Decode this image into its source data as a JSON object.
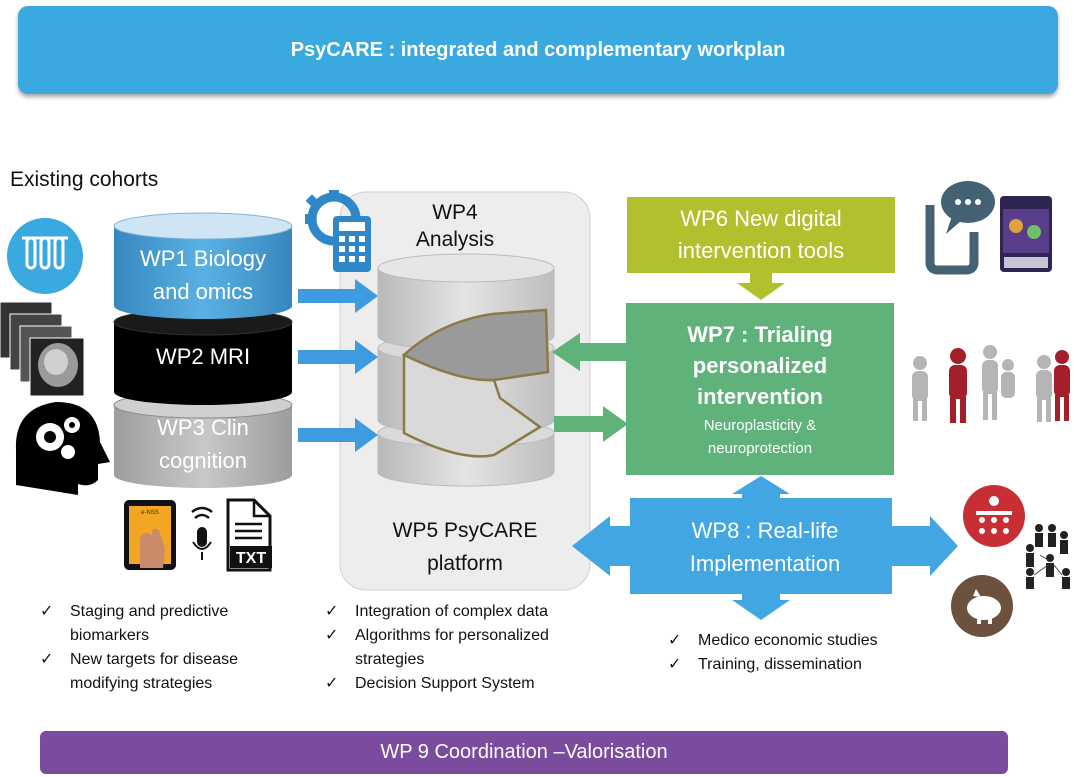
{
  "header": {
    "title": "PsyCARE : integrated and complementary workplan"
  },
  "cohorts_label": "Existing cohorts",
  "wp1": {
    "line1": "WP1 Biology",
    "line2": "and omics"
  },
  "wp2": {
    "label": "WP2 MRI"
  },
  "wp3": {
    "line1": "WP3 Clin",
    "line2": "cognition"
  },
  "wp4": {
    "line1": "WP4",
    "line2": "Analysis"
  },
  "wp5": {
    "line1": "WP5 PsyCARE",
    "line2": "platform"
  },
  "wp6": {
    "line1": "WP6  New digital",
    "line2": "intervention tools"
  },
  "wp7": {
    "line1": "WP7 : Trialing",
    "line2": "personalized",
    "line3": "intervention",
    "sub1": "Neuroplasticity &",
    "sub2": "neuroprotection"
  },
  "wp8": {
    "line1": "WP8 : Real-life",
    "line2": "Implementation"
  },
  "icons": {
    "txt_label": "TXT",
    "tablet_label": "e-NSS"
  },
  "lists": {
    "left": [
      {
        "line1": "Staging and predictive",
        "line2": "biomarkers"
      },
      {
        "line1": "New targets for disease",
        "line2": "modifying strategies"
      }
    ],
    "middle": [
      {
        "line1": "Integration of complex data",
        "line2": ""
      },
      {
        "line1": "Algorithms for personalized",
        "line2": "strategies"
      },
      {
        "line1": "Decision Support System",
        "line2": ""
      }
    ],
    "right": [
      {
        "line1": "Medico economic studies"
      },
      {
        "line1": "Training, dissemination"
      }
    ],
    "check": "✓"
  },
  "footer": {
    "title": "WP 9 Coordination –Valorisation"
  },
  "colors": {
    "header": "#3aa9df",
    "wp1": "#3c97cf",
    "wp2": "#000000",
    "wp3": "#b5b5b5",
    "wp6": "#b2c02e",
    "wp7": "#5fb27a",
    "wp8": "#41a6e2",
    "footer": "#7b4b9e"
  }
}
